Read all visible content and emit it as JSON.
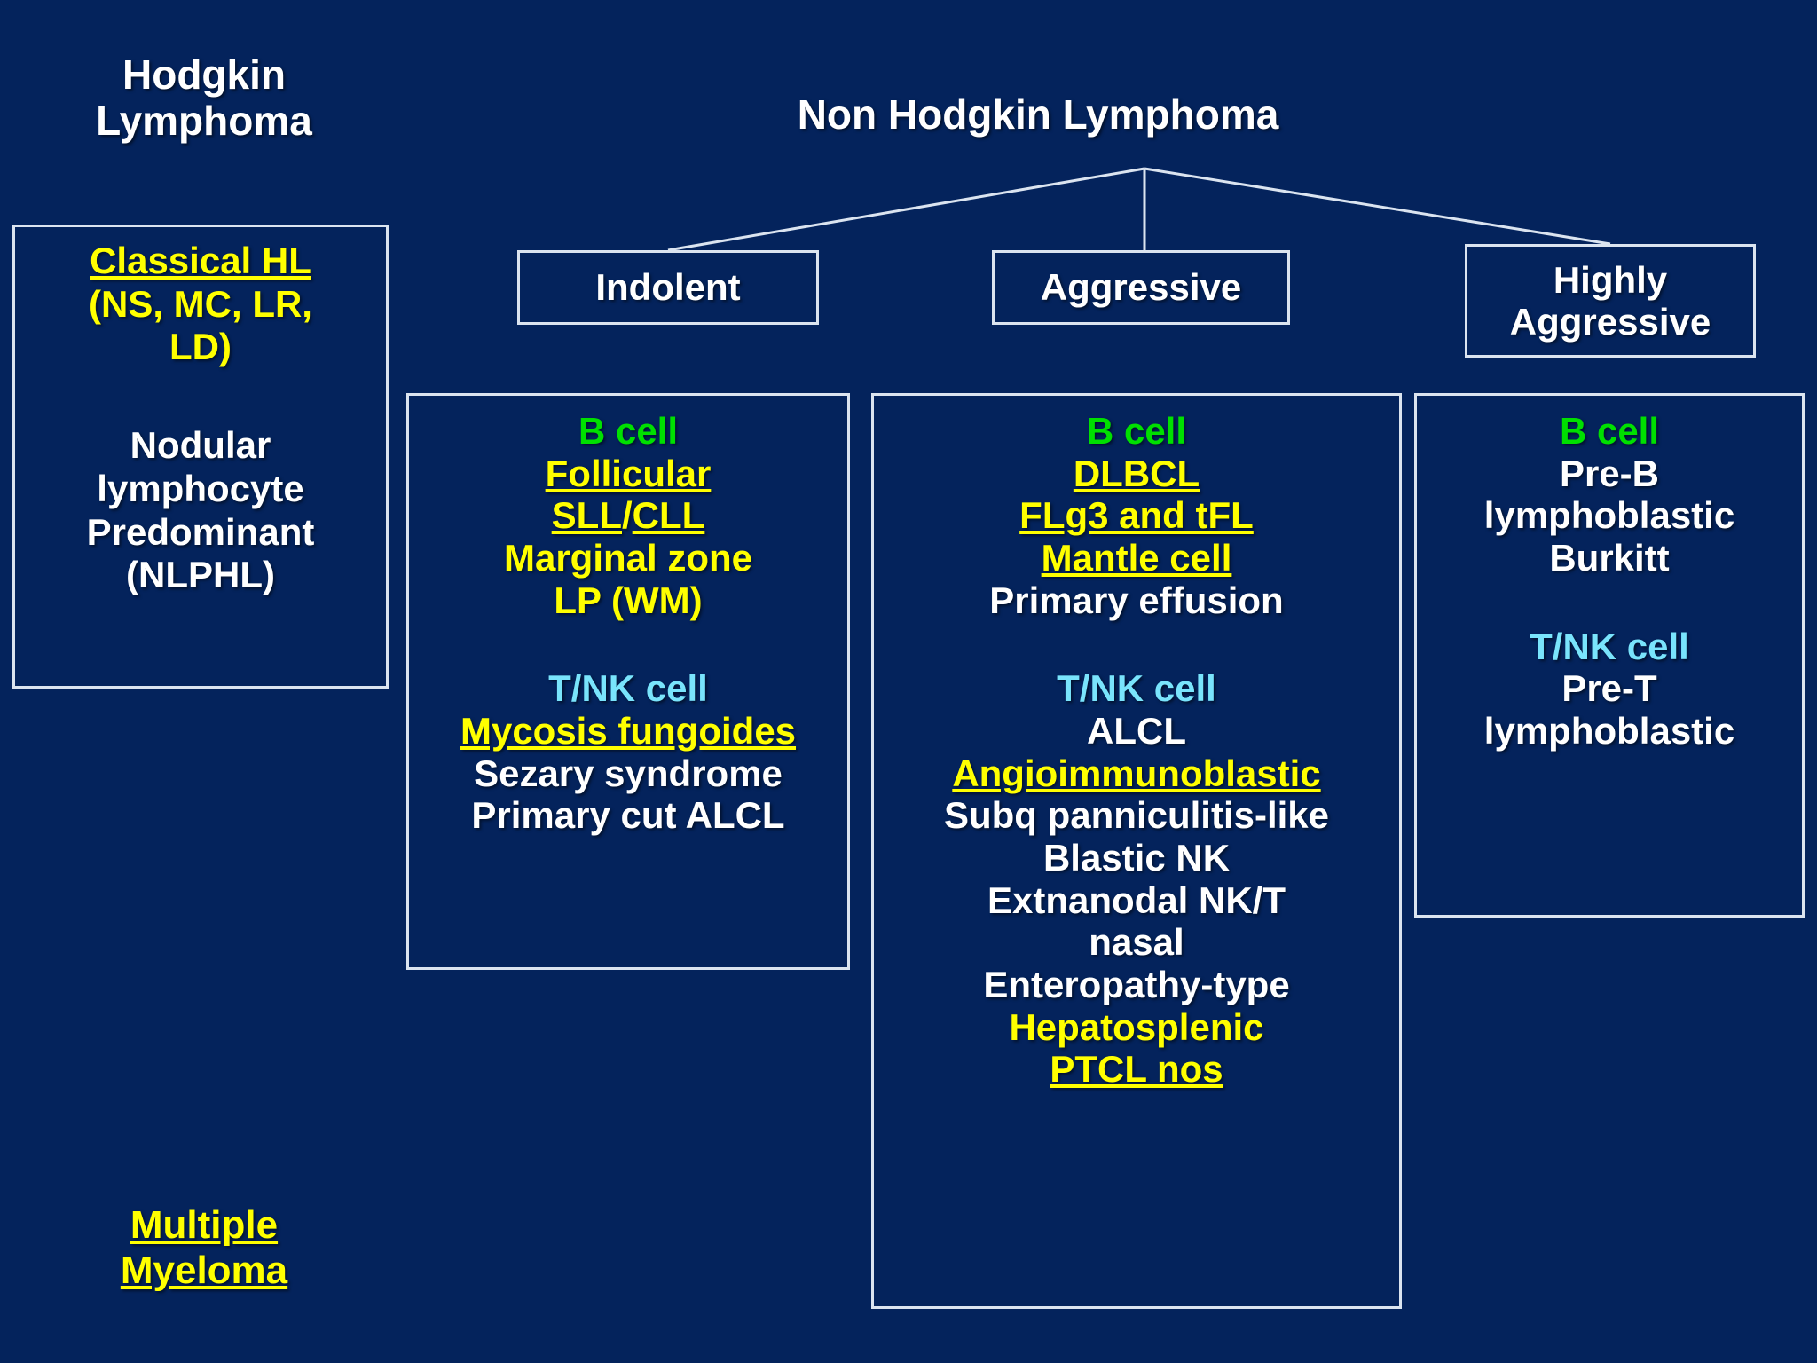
{
  "background_color": "#04235c",
  "colors": {
    "background": "#04235c",
    "border": "#dbe4f0",
    "white_text": "#ffffff",
    "yellow_highlight": "#ffff00",
    "b_cell_green": "#00e000",
    "t_nk_cyan": "#79e4fc"
  },
  "headings": {
    "hodgkin_line1": "Hodgkin",
    "hodgkin_line2": "Lymphoma",
    "non_hodgkin": "Non Hodgkin Lymphoma"
  },
  "categories": {
    "indolent": "Indolent",
    "aggressive": "Aggressive",
    "highly_aggressive_line1": "Highly",
    "highly_aggressive_line2": "Aggressive"
  },
  "hodgkin_box": {
    "lines": [
      {
        "text": "Classical HL",
        "color": "yellow",
        "underline": true
      },
      {
        "text": "(NS, MC, LR,",
        "color": "yellow",
        "underline": false
      },
      {
        "text": "LD)",
        "color": "yellow",
        "underline": false
      },
      {
        "text": "",
        "color": "white",
        "underline": false
      },
      {
        "text": "Nodular",
        "color": "white",
        "underline": false
      },
      {
        "text": "lymphocyte",
        "color": "white",
        "underline": false
      },
      {
        "text": "Predominant",
        "color": "white",
        "underline": false
      },
      {
        "text": "(NLPHL)",
        "color": "white",
        "underline": false
      }
    ]
  },
  "myeloma": {
    "line1": "Multiple",
    "line2": "Myeloma"
  },
  "indolent_box": {
    "b_cell_header": "B cell",
    "b_cell_items": [
      {
        "text": "Follicular",
        "color": "yellow",
        "underline": true
      },
      {
        "text": "SLL/CLL",
        "color": "yellow",
        "underline": "split"
      },
      {
        "text": "Marginal zone",
        "color": "yellow",
        "underline": false
      },
      {
        "text": "LP (WM)",
        "color": "yellow",
        "underline": false
      }
    ],
    "t_nk_header": "T/NK cell",
    "t_nk_items": [
      {
        "text": "Mycosis fungoides",
        "color": "yellow",
        "underline": true
      },
      {
        "text": "Sezary syndrome",
        "color": "white",
        "underline": false
      },
      {
        "text": "Primary cut ALCL",
        "color": "white",
        "underline": false
      }
    ]
  },
  "aggressive_box": {
    "b_cell_header": "B cell",
    "b_cell_items": [
      {
        "text": "DLBCL",
        "color": "yellow",
        "underline": true
      },
      {
        "text": "FLg3 and tFL",
        "color": "yellow",
        "underline": true
      },
      {
        "text": "Mantle cell",
        "color": "yellow",
        "underline": true
      },
      {
        "text": "Primary effusion",
        "color": "white",
        "underline": false
      }
    ],
    "t_nk_header": "T/NK cell",
    "t_nk_items": [
      {
        "text": "ALCL",
        "color": "white",
        "underline": false
      },
      {
        "text": "Angioimmunoblastic",
        "color": "yellow",
        "underline": true
      },
      {
        "text": "Subq panniculitis-like",
        "color": "white",
        "underline": false
      },
      {
        "text": "Blastic NK",
        "color": "white",
        "underline": false
      },
      {
        "text": "Extnanodal NK/T",
        "color": "white",
        "underline": false
      },
      {
        "text": "nasal",
        "color": "white",
        "underline": false
      },
      {
        "text": "Enteropathy-type",
        "color": "white",
        "underline": false
      },
      {
        "text": "Hepatosplenic",
        "color": "yellow",
        "underline": false
      },
      {
        "text": "PTCL nos",
        "color": "yellow",
        "underline": true
      }
    ]
  },
  "highly_aggressive_box": {
    "b_cell_header": "B cell",
    "b_cell_items": [
      {
        "text": "Pre-B",
        "color": "white",
        "underline": false
      },
      {
        "text": "lymphoblastic",
        "color": "white",
        "underline": false
      },
      {
        "text": "Burkitt",
        "color": "white",
        "underline": false
      }
    ],
    "t_nk_header": "T/NK cell",
    "t_nk_items": [
      {
        "text": "Pre-T",
        "color": "white",
        "underline": false
      },
      {
        "text": "lymphoblastic",
        "color": "white",
        "underline": false
      }
    ]
  }
}
